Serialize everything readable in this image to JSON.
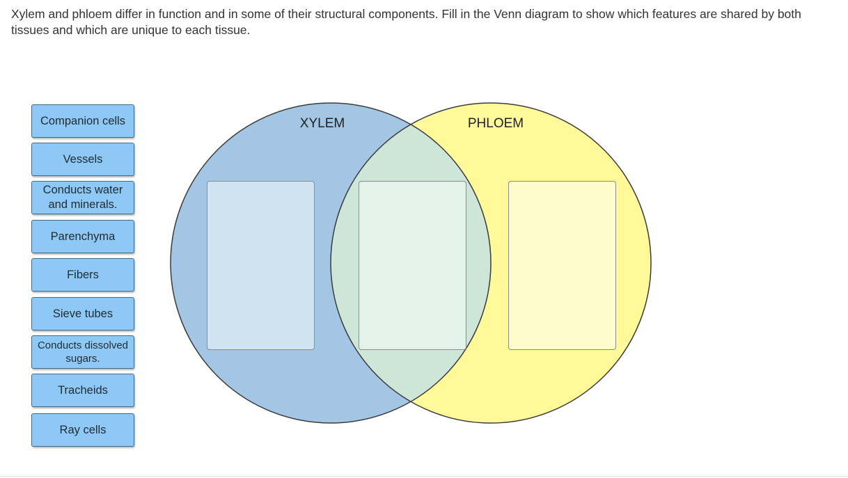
{
  "prompt": "Xylem and phloem differ in function and in some of their structural components. Fill in the Venn diagram to show which features are shared by both tissues and which are unique to each tissue.",
  "bank": {
    "items": [
      {
        "label": "Companion cells"
      },
      {
        "label": "Vessels"
      },
      {
        "label": "Conducts water and minerals."
      },
      {
        "label": "Parenchyma"
      },
      {
        "label": "Fibers"
      },
      {
        "label": "Sieve tubes"
      },
      {
        "label": "Conducts dissolved sugars."
      },
      {
        "label": "Tracheids"
      },
      {
        "label": "Ray cells"
      }
    ]
  },
  "venn": {
    "left_label": "XYLEM",
    "right_label": "PHLOEM",
    "colors": {
      "left_fill": "#a3c6e4",
      "right_fill": "#fff999",
      "overlap_fill": "#cde6d8",
      "left_zone": "#d0e3f1",
      "center_zone": "#e4f2ec",
      "right_zone": "#fffccc",
      "chip": "#8ec9f5"
    }
  }
}
